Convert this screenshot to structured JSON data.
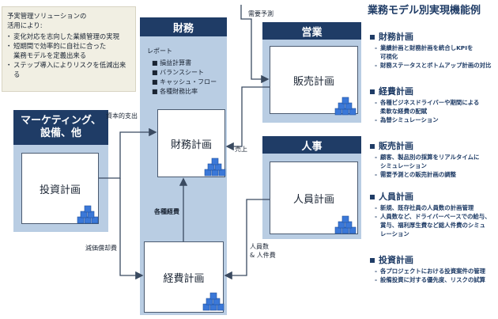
{
  "note": {
    "title": "予実管理ソリューションの",
    "title2": "活用により:",
    "items": [
      "変化対応を志向した業績管理の実現",
      "短期間で効率的に自社に合った\n業務モデルを定義出来る",
      "ステップ導入によりリスクを低減出来る"
    ]
  },
  "columns": {
    "zaimu": "財務",
    "eigyo": "営業",
    "jinji": "人事",
    "marketing": "マーケティング、\n設備、他"
  },
  "report": {
    "title": "レポート",
    "items": [
      "損益計算書",
      "バランスシート",
      "キャッシュ・フロー",
      "各種財務比率"
    ]
  },
  "boxes": {
    "zaimu_plan": "財務計画",
    "hanbai_plan": "販売計画",
    "jinin_plan": "人員計画",
    "toshi_plan": "投資計画",
    "keihi_plan": "経費計画"
  },
  "arrows": {
    "juyo_yosoku": "需要予測",
    "shihonteki": "資本的支出",
    "uriage": "売上",
    "kakushu_keihi": "各種経費",
    "genka_shokyaku": "減価償却費",
    "jininsu": "人員数\n& 人件費"
  },
  "right_panel": {
    "title": "業務モデル別実現機能例",
    "sections": [
      {
        "heading": "財務計画",
        "items": [
          "業績計画と財務計画を統合しKPIを\n可視化",
          "財務ステータスとボトムアップ計画の対比"
        ]
      },
      {
        "heading": "経費計画",
        "items": [
          "各種ビジネスドライバーや期間による\n柔軟な経費の配賦",
          "為替シミュレーション"
        ]
      },
      {
        "heading": "販売計画",
        "items": [
          "顧客、製品別の採算をリアルタイムに\nシミュレーション",
          "需要予測との販売計画の調整"
        ]
      },
      {
        "heading": "人員計画",
        "items": [
          "新規、既存社員の人員数の計画管理",
          "人員数など、ドライバーベースでの給与、\n賞与、福利厚生費など総人件費のシミュ\nレーション"
        ]
      },
      {
        "heading": "投資計画",
        "items": [
          "各プロジェクトにおける投資案件の管理",
          "設備投資に対する優先度、リスクの試算"
        ]
      }
    ]
  },
  "colors": {
    "header": "#1f3c66",
    "panel": "#b9cde3",
    "note_bg": "#f1efe3",
    "cube": "#3b78d8"
  }
}
